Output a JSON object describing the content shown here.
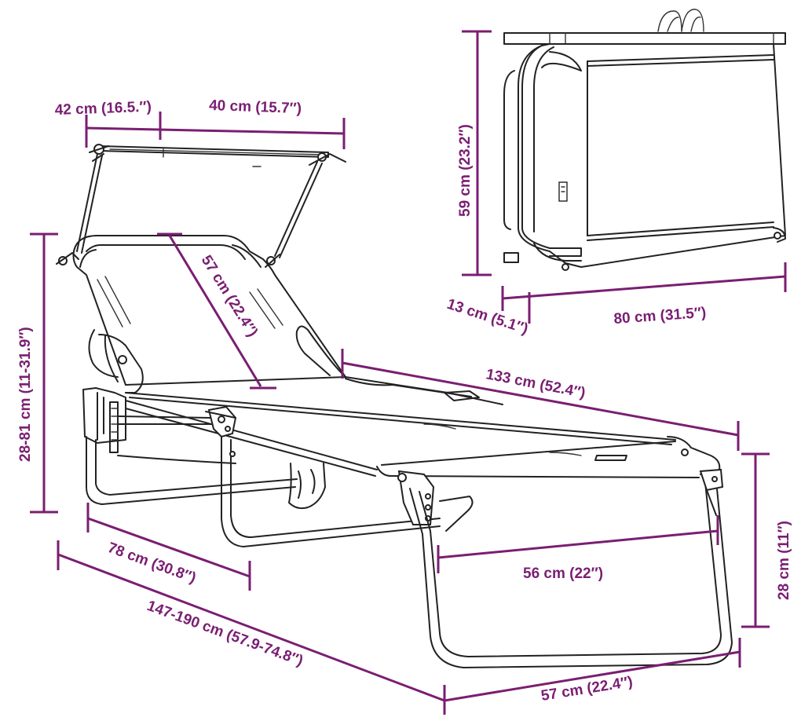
{
  "colors": {
    "dimension": "#7a1e72",
    "drawing": "#222222",
    "background": "#ffffff"
  },
  "dimensions": {
    "canopy_depth": "42 cm (16.5.″)",
    "canopy_width": "40 cm (15.7″)",
    "backrest_length": "57 cm (22.4″)",
    "height_range": "28-81 cm (11-31.9″)",
    "seat_length": "133 cm (52.4″)",
    "folded_height": "59 cm (23.2″)",
    "folded_depth": "13 cm (5.1″)",
    "folded_width": "80 cm (31.5″)",
    "leg_width": "56 cm (22″)",
    "seat_height": "28 cm (11″)",
    "frame_length": "78 cm (30.8″)",
    "total_length": "147-190 cm (57.9-74.8″)",
    "total_width": "57 cm (22.4″)"
  }
}
